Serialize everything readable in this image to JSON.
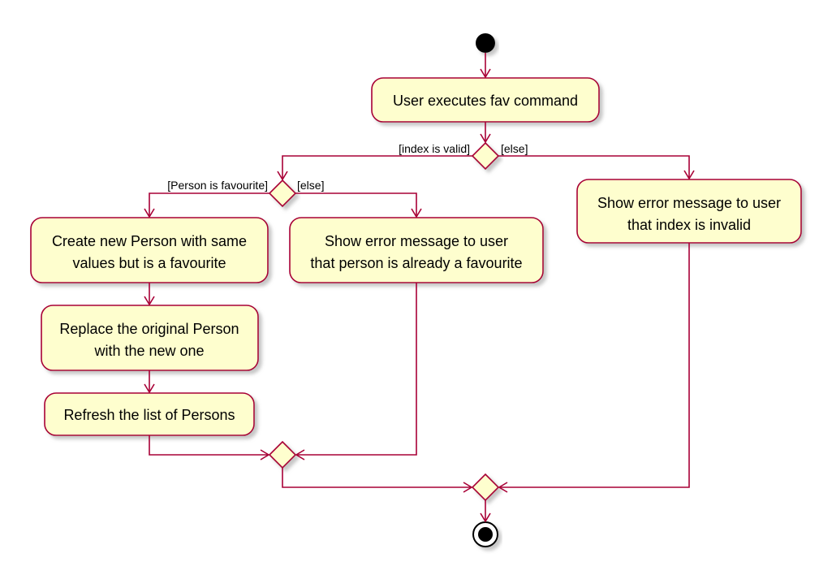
{
  "colors": {
    "node_fill": "#FEFECE",
    "node_stroke": "#A80036",
    "edge": "#A80036",
    "shadow": "#C8C8C8",
    "start": "#000000"
  },
  "nodes": {
    "user_executes": [
      "User executes fav command"
    ],
    "show_error_invalid": [
      "Show error message to user",
      "that index is invalid"
    ],
    "create_new_person": [
      "Create new Person with same",
      "values but is a favourite"
    ],
    "show_error_already": [
      "Show error message to user",
      "that person is already a favourite"
    ],
    "replace_person": [
      "Replace the original Person",
      "with the new one"
    ],
    "refresh_list": [
      "Refresh the list of Persons"
    ]
  },
  "guards": {
    "index_valid": "[index is valid]",
    "index_else": "[else]",
    "person_is_favourite": "[Person is favourite]",
    "person_else": "[else]"
  }
}
